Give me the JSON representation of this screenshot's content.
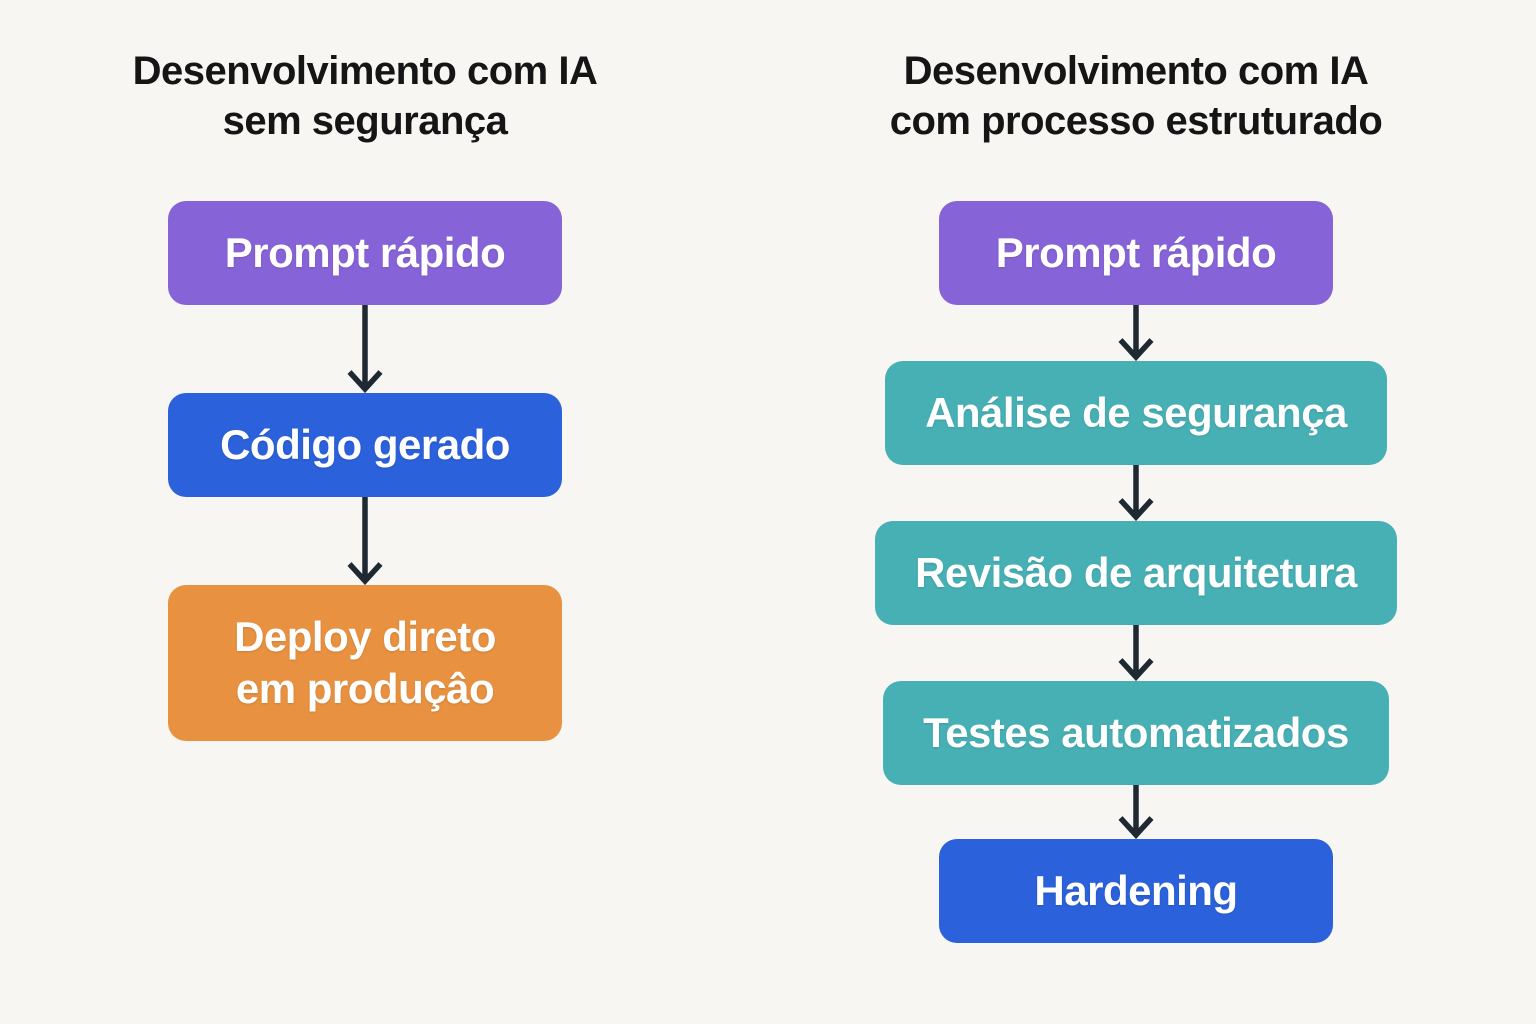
{
  "diagram": {
    "background": "#f8f6f2",
    "arrow_color": "#1f2933",
    "title_color": "#151515",
    "node_text_color": "#ffffff",
    "columns": [
      {
        "title": "Desenvolvimento com IA\nsem segurança",
        "nodes": [
          {
            "label": "Prompt rápido",
            "color": "#8763d8"
          },
          {
            "label": "Código gerado",
            "color": "#2b61db"
          },
          {
            "label": "Deploy direto\nem produçâo",
            "color": "#e89140"
          }
        ]
      },
      {
        "title": "Desenvolvimento com IA\ncom processo estruturado",
        "nodes": [
          {
            "label": "Prompt rápido",
            "color": "#8763d8"
          },
          {
            "label": "Análise de segurança",
            "color": "#47b0b5"
          },
          {
            "label": "Revisão de arquitetura",
            "color": "#47b0b5"
          },
          {
            "label": "Testes automatizados",
            "color": "#47b0b5"
          },
          {
            "label": "Hardening",
            "color": "#2b61db"
          }
        ]
      }
    ]
  }
}
